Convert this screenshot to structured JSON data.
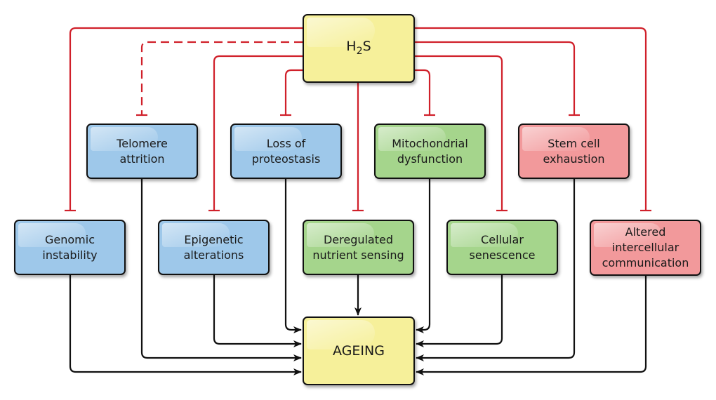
{
  "diagram": {
    "title": "H2S and the hallmarks of ageing",
    "source_node": {
      "id": "h2s",
      "label_main": "H",
      "label_sub": "2",
      "label_tail": "S",
      "color": "#f6f09a"
    },
    "target_node": {
      "id": "ageing",
      "label": "AGEING",
      "color": "#f6f09a"
    },
    "colors": {
      "genomic_group": "#9ec8ea",
      "metabolic_group": "#a5d58c",
      "integrative_group": "#f2999b",
      "inhibition_edge": "#d0202a",
      "promotion_edge": "#111111"
    },
    "hallmarks": [
      {
        "id": "telomere",
        "label": "Telomere\nattrition",
        "group": "blue",
        "row": 1,
        "edge_from_h2s": "dashed-inhibition"
      },
      {
        "id": "proteostasis",
        "label": "Loss of\nproteostasis",
        "group": "blue",
        "row": 1,
        "edge_from_h2s": "inhibition"
      },
      {
        "id": "mitochondrial",
        "label": "Mitochondrial\ndysfunction",
        "group": "green",
        "row": 1,
        "edge_from_h2s": "inhibition"
      },
      {
        "id": "stemcell",
        "label": "Stem cell\nexhaustion",
        "group": "red",
        "row": 1,
        "edge_from_h2s": "inhibition"
      },
      {
        "id": "genomic",
        "label": "Genomic\ninstability",
        "group": "blue",
        "row": 2,
        "edge_from_h2s": "inhibition"
      },
      {
        "id": "epigenetic",
        "label": "Epigenetic\nalterations",
        "group": "blue",
        "row": 2,
        "edge_from_h2s": "inhibition"
      },
      {
        "id": "nutrient",
        "label": "Deregulated\nnutrient sensing",
        "group": "green",
        "row": 2,
        "edge_from_h2s": "inhibition"
      },
      {
        "id": "senescence",
        "label": "Cellular\nsenescence",
        "group": "green",
        "row": 2,
        "edge_from_h2s": "inhibition"
      },
      {
        "id": "intercellular",
        "label": "Altered\nintercellular\ncommunication",
        "group": "red",
        "row": 2,
        "edge_from_h2s": "inhibition"
      }
    ],
    "edges_to_ageing": [
      "telomere",
      "proteostasis",
      "mitochondrial",
      "stemcell",
      "genomic",
      "epigenetic",
      "nutrient",
      "senescence",
      "intercellular"
    ]
  }
}
